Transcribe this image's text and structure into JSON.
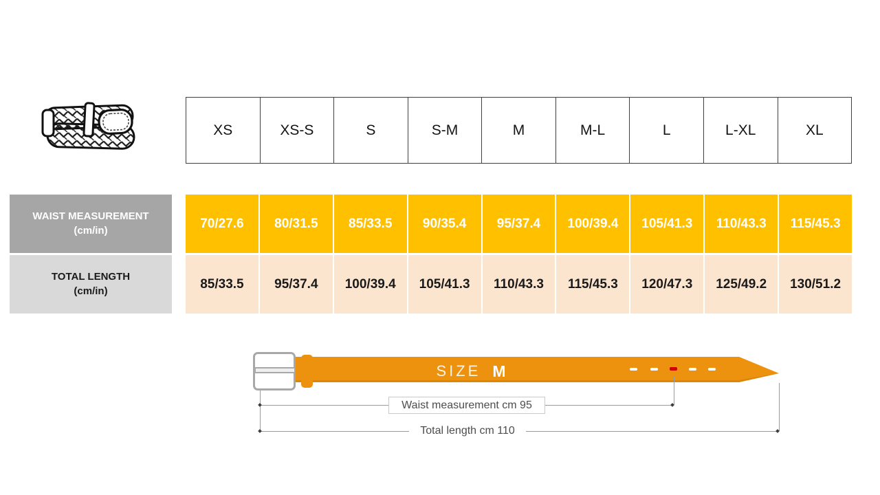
{
  "chart_data": {
    "type": "table",
    "columns": [
      "XS",
      "XS-S",
      "S",
      "S-M",
      "M",
      "M-L",
      "L",
      "L-XL",
      "XL"
    ],
    "rows": [
      {
        "label": "WAIST MEASUREMENT",
        "unit": "(cm/in)",
        "values": [
          "70/27.6",
          "80/31.5",
          "85/33.5",
          "90/35.4",
          "95/37.4",
          "100/39.4",
          "105/41.3",
          "110/43.3",
          "115/45.3"
        ]
      },
      {
        "label": "TOTAL LENGTH",
        "unit": "(cm/in)",
        "values": [
          "85/33.5",
          "95/37.4",
          "100/39.4",
          "105/41.3",
          "110/43.3",
          "115/45.3",
          "120/47.3",
          "125/49.2",
          "130/51.2"
        ]
      }
    ]
  },
  "diagram": {
    "size_word": "SIZE",
    "size_value": "M",
    "waist_annotation": "Waist measurement cm 95",
    "length_annotation": "Total length cm 110"
  },
  "colors": {
    "waist_row": "#ffc000",
    "length_row": "#fce5cf",
    "waist_label_bg": "#a6a6a6",
    "length_label_bg": "#d9d9d9",
    "belt_orange": "#ed920f",
    "selected_hole_red": "#ce0000"
  }
}
